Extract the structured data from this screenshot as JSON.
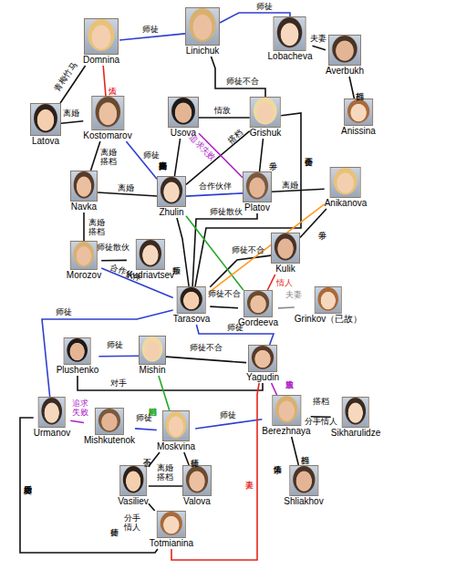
{
  "diagram": {
    "nodes": [
      {
        "text": [
          "Domnina"
        ]
      },
      {
        "text": [
          "Linichuk"
        ]
      },
      {
        "text": [
          "Lobacheva"
        ]
      },
      {
        "text": [
          "Averbukh"
        ]
      },
      {
        "text": [
          "Latova"
        ]
      },
      {
        "text": [
          "Kostomarov"
        ]
      },
      {
        "text": [
          "Anissina"
        ]
      },
      {
        "text": [
          "Usova"
        ]
      },
      {
        "text": [
          "Grishuk"
        ]
      },
      {
        "text": [
          "Navka"
        ]
      },
      {
        "text": [
          "Zhulin"
        ]
      },
      {
        "text": [
          "Platov"
        ]
      },
      {
        "text": [
          "Anikanova"
        ]
      },
      {
        "text": [
          "Morozov"
        ]
      },
      {
        "text": [
          "Kudriavtsev"
        ]
      },
      {
        "text": [
          "Kulik"
        ]
      },
      {
        "text": [
          "Tarasova"
        ]
      },
      {
        "text": [
          "Gordeeva"
        ]
      },
      {
        "text": [
          "Grinkov（已故）"
        ]
      },
      {
        "text": [
          "Plushenko"
        ]
      },
      {
        "text": [
          "Mishin"
        ]
      },
      {
        "text": [
          "Yagudin"
        ]
      },
      {
        "text": [
          "Urmanov"
        ]
      },
      {
        "text": [
          "Mishkutenok"
        ]
      },
      {
        "text": [
          "Moskvina"
        ]
      },
      {
        "text": [
          "Berezhnaya"
        ]
      },
      {
        "text": [
          "Sikharulidze"
        ]
      },
      {
        "text": [
          "Shliakhov"
        ]
      },
      {
        "text": [
          "Vasiliev"
        ]
      },
      {
        "text": [
          "Valova"
        ]
      },
      {
        "text": [
          "Totmianina"
        ]
      }
    ],
    "edges": [
      {
        "from": 0,
        "to": 1,
        "label": "师徒",
        "arrow": "none"
      },
      {
        "from": 1,
        "to": 2,
        "label": "师徒",
        "arrow": "none"
      },
      {
        "from": 0,
        "to": 4,
        "label": "青梅竹马",
        "arrow": "none"
      },
      {
        "from": 0,
        "to": 5,
        "label": "情人",
        "arrow": "none"
      },
      {
        "from": 4,
        "to": 5,
        "label": "离婚",
        "arrow": "none"
      },
      {
        "from": 2,
        "to": 3,
        "label": "夫妻",
        "arrow": "none"
      },
      {
        "from": 3,
        "to": 6,
        "label": "拆档",
        "arrow": "none"
      },
      {
        "from": 1,
        "to": 8,
        "label": "师徒不合",
        "arrow": "none"
      },
      {
        "from": 7,
        "to": 8,
        "label": "情敌",
        "arrow": "none"
      },
      {
        "from": 7,
        "to": 10,
        "label": "夫妻离婚搭档",
        "arrow": "none"
      },
      {
        "from": 8,
        "to": 10,
        "label": "搭档",
        "arrow": "none"
      },
      {
        "from": 7,
        "to": 11,
        "label": "追求失败",
        "arrow": "none"
      },
      {
        "from": 8,
        "to": 11,
        "label": "分手",
        "arrow": "none"
      },
      {
        "from": 8,
        "to": 16,
        "label": "师徒不合",
        "arrow": "none"
      },
      {
        "from": 5,
        "to": 10,
        "label": "师徒",
        "arrow": "none"
      },
      {
        "from": 9,
        "to": 5,
        "label": "离婚搭档",
        "arrow": "none"
      },
      {
        "from": 9,
        "to": 10,
        "label": "离婚",
        "arrow": "none"
      },
      {
        "from": 10,
        "to": 11,
        "label": "合作伙伴",
        "arrow": "none"
      },
      {
        "from": 11,
        "to": 12,
        "label": "离婚",
        "arrow": "none"
      },
      {
        "from": 9,
        "to": 13,
        "label": "离婚搭档",
        "arrow": "none"
      },
      {
        "from": 13,
        "to": 14,
        "label": "师徒散伙",
        "arrow": "none"
      },
      {
        "from": 13,
        "to": 16,
        "label": "合作伙伴",
        "arrow": "none"
      },
      {
        "from": 10,
        "to": 16,
        "label": "叛师",
        "arrow": "none"
      },
      {
        "from": 11,
        "to": 16,
        "label": "师徒散伙",
        "arrow": "none"
      },
      {
        "from": 15,
        "to": 16,
        "label": "师徒不合",
        "arrow": "none"
      },
      {
        "from": 10,
        "to": 17,
        "arrow": "none"
      },
      {
        "from": 12,
        "to": 16,
        "arrow": "none"
      },
      {
        "from": 15,
        "to": 17,
        "label": "情人",
        "arrow": "none"
      },
      {
        "from": 12,
        "to": 15,
        "label": "分手",
        "arrow": "none"
      },
      {
        "from": 16,
        "to": 17,
        "label": "师徒不合",
        "arrow": "none"
      },
      {
        "from": 17,
        "to": 18,
        "label": "夫妻",
        "arrow": "none"
      },
      {
        "from": 16,
        "to": 21,
        "label": "师徒",
        "arrow": "none"
      },
      {
        "from": 16,
        "to": 22,
        "label": "师徒",
        "arrow": "none"
      },
      {
        "from": 20,
        "to": 19,
        "label": "师徒",
        "arrow": "none"
      },
      {
        "from": 20,
        "to": 21,
        "label": "师徒不合",
        "arrow": "none"
      },
      {
        "from": 19,
        "to": 21,
        "label": "对手",
        "arrow": "none"
      },
      {
        "from": 20,
        "to": 24,
        "label": "旧时搭档",
        "arrow": "none"
      },
      {
        "from": 22,
        "to": 23,
        "label": "追求失败",
        "arrow": "none"
      },
      {
        "from": 23,
        "to": 24,
        "label": "师徒",
        "arrow": "none"
      },
      {
        "from": 24,
        "to": 25,
        "label": "师徒",
        "arrow": "none"
      },
      {
        "from": 21,
        "to": 25,
        "label": "追求失败",
        "arrow": "none"
      },
      {
        "from": 25,
        "to": 26,
        "label": "搭档",
        "arrow": "none"
      },
      {
        "from": 25,
        "to": 27,
        "label": "拆档",
        "arrow": "none"
      },
      {
        "from": 24,
        "to": 28,
        "label": "不合",
        "arrow": "none"
      },
      {
        "from": 24,
        "to": 29,
        "label": "师徒",
        "arrow": "none"
      },
      {
        "from": 28,
        "to": 29,
        "label": "离婚搭档",
        "arrow": "none"
      },
      {
        "from": 28,
        "to": 30,
        "label": "分手情人",
        "arrow": "none"
      },
      {
        "from": 21,
        "to": 30,
        "label": "夫妻",
        "arrow": "none"
      },
      {
        "from": 22,
        "to": 30,
        "label": "婚姻后交恶",
        "arrow": "none"
      }
    ],
    "labels": [
      "分手情人",
      "分手情人",
      "师徒"
    ]
  }
}
